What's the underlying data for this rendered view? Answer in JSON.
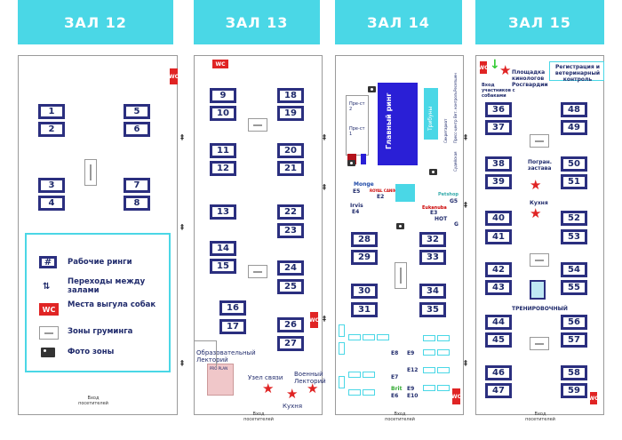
{
  "halls": [
    {
      "title": "ЗАЛ 12"
    },
    {
      "title": "ЗАЛ 13"
    },
    {
      "title": "ЗАЛ 14"
    },
    {
      "title": "ЗАЛ 15"
    }
  ],
  "rings": {
    "h12": [
      "1",
      "2",
      "3",
      "4",
      "5",
      "6",
      "7",
      "8"
    ],
    "h13": [
      "9",
      "10",
      "11",
      "12",
      "13",
      "14",
      "15",
      "16",
      "17",
      "18",
      "19",
      "20",
      "21",
      "22",
      "23",
      "24",
      "25",
      "26",
      "27"
    ],
    "h14": [
      "28",
      "29",
      "30",
      "31",
      "32",
      "33",
      "34",
      "35"
    ],
    "h15": [
      "36",
      "37",
      "38",
      "39",
      "40",
      "41",
      "42",
      "43",
      "44",
      "45",
      "46",
      "47",
      "48",
      "49",
      "50",
      "51",
      "52",
      "53",
      "54",
      "55",
      "56",
      "57",
      "58",
      "59"
    ]
  },
  "legend": {
    "ring_symbol": "#",
    "rings": "Рабочие ринги",
    "passages": "Переходы между залами",
    "wc_symbol": "WC",
    "wc": "Места выгула собак",
    "grooming": "Зоны груминга",
    "photo": "Фото зоны"
  },
  "wc_label": "WC",
  "hall13": {
    "lecture": "Образовательный Лекторий",
    "lecture_panel": "PRO PLAN",
    "comm": "Узел связи",
    "military": "Военный Лекторий",
    "kitchen": "Кухня"
  },
  "hall14": {
    "main_ring": "Главный ринг",
    "tribune": "Трибуны",
    "presto1": "Пре-ст 2",
    "presto2": "Пре-ст 1",
    "brands": {
      "monge": "Monge",
      "royal": "ROYAL CANIN",
      "irvis": "Irvis",
      "eukanuba": "Eukanuba",
      "hot": "HOT",
      "brit": "Brit",
      "petshop": "Petshop"
    },
    "ids": {
      "e5": "E5",
      "e2": "E2",
      "e4": "E4",
      "e3": "E3",
      "g5": "G5",
      "g": "G",
      "e8": "E8",
      "e9a": "E9",
      "e12": "E12",
      "e7": "E7",
      "e9b": "E9",
      "e6": "E6",
      "e10": "E10"
    },
    "side_labels": [
      "Ресепшен",
      "Вет. контроль",
      "Пресс-центр",
      "Секретариат",
      "Судейская"
    ]
  },
  "hall15": {
    "entrance_dogs": "Вход участников с собаками",
    "cynologists": "Площадка кинологов Росгвардии",
    "registration": "Регистрация и ветеринарный контроль",
    "border": "Погран. застава",
    "kitchen": "Кухня",
    "training": "ТРЕНИРОВОЧНЫЙ"
  },
  "entrance": "Вход посетителей",
  "colors": {
    "accent": "#4ad7e6",
    "ring": "#2b2f7f",
    "wc": "#e02424",
    "main_ring": "#2a1fd6"
  }
}
